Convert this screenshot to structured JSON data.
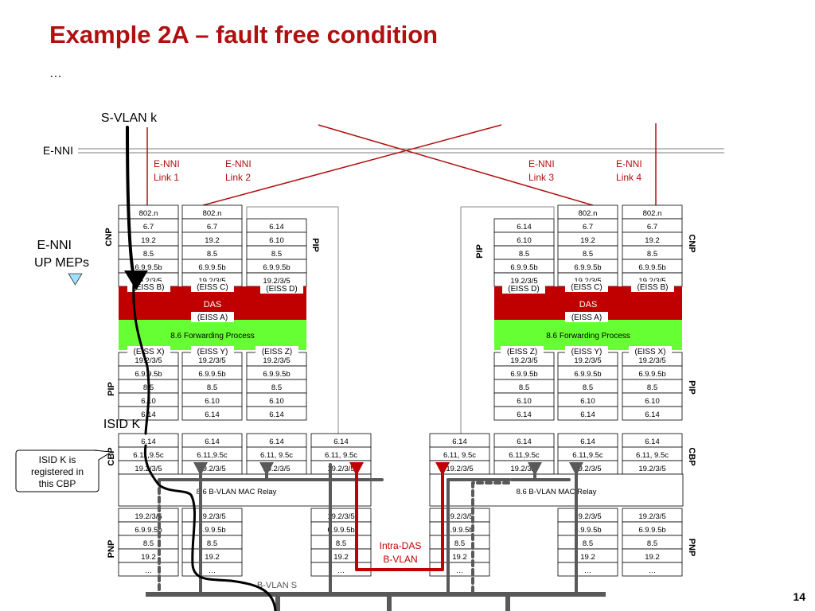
{
  "slide": {
    "title": "Example 2A – fault free condition",
    "subtitle": "…",
    "page_number": "14"
  },
  "labels": {
    "svlan": "S-VLAN k",
    "enni": "E-NNI",
    "links": [
      "E-NNI",
      "Link 1",
      "E-NNI",
      "Link 2",
      "E-NNI",
      "Link 3",
      "E-NNI",
      "Link 4"
    ],
    "meps": [
      "E-NNI",
      "UP MEPs"
    ],
    "isid": "ISID K",
    "callout": [
      "ISID K is",
      "registered in",
      "this CBP"
    ],
    "intra_das": [
      "Intra-DAS",
      "B-VLAN"
    ],
    "bvlan": "B-VLAN S",
    "cnp": "CNP",
    "pip": "PIP",
    "cbp": "CBP",
    "pnp": "PNP"
  },
  "stack": {
    "cnp_col": [
      "802.n",
      "6.7",
      "19.2",
      "8.5",
      "6.9.9.5b",
      "19.2/3/5"
    ],
    "pip_col": [
      "6.14",
      "6.10",
      "8.5",
      "6.9.9.5b",
      "19.2/3/5"
    ],
    "pip_lower": [
      "19.2/3/5",
      "6.9.9.5b",
      "8.5",
      "6.10",
      "6.14"
    ],
    "cbp_col": [
      "6.14",
      "6.11,9.5c",
      "19.2/3/5"
    ],
    "cbp_col_b": [
      "6.14",
      "6.11, 9.5c",
      "19.2/3/5"
    ],
    "pnp_col": [
      "19.2/3/5",
      "6.9.9.5b",
      "8.5",
      "19.2",
      "…"
    ]
  },
  "das": "DAS",
  "forwarding": "8.6 Forwarding Process",
  "relay": "8.6 B-VLAN MAC Relay",
  "eiss": {
    "left_top": [
      "(EISS B)",
      "(EISS C)",
      "(EISS D)"
    ],
    "right_top": [
      "(EISS D)",
      "(EISS C)",
      "(EISS B)"
    ],
    "a": "(EISS A)",
    "left_bottom": [
      "(EISS X)",
      "(EISS Y)",
      "(EISS Z)"
    ],
    "right_bottom": [
      "(EISS Z)",
      "(EISS Y)",
      "(EISS X)"
    ]
  }
}
